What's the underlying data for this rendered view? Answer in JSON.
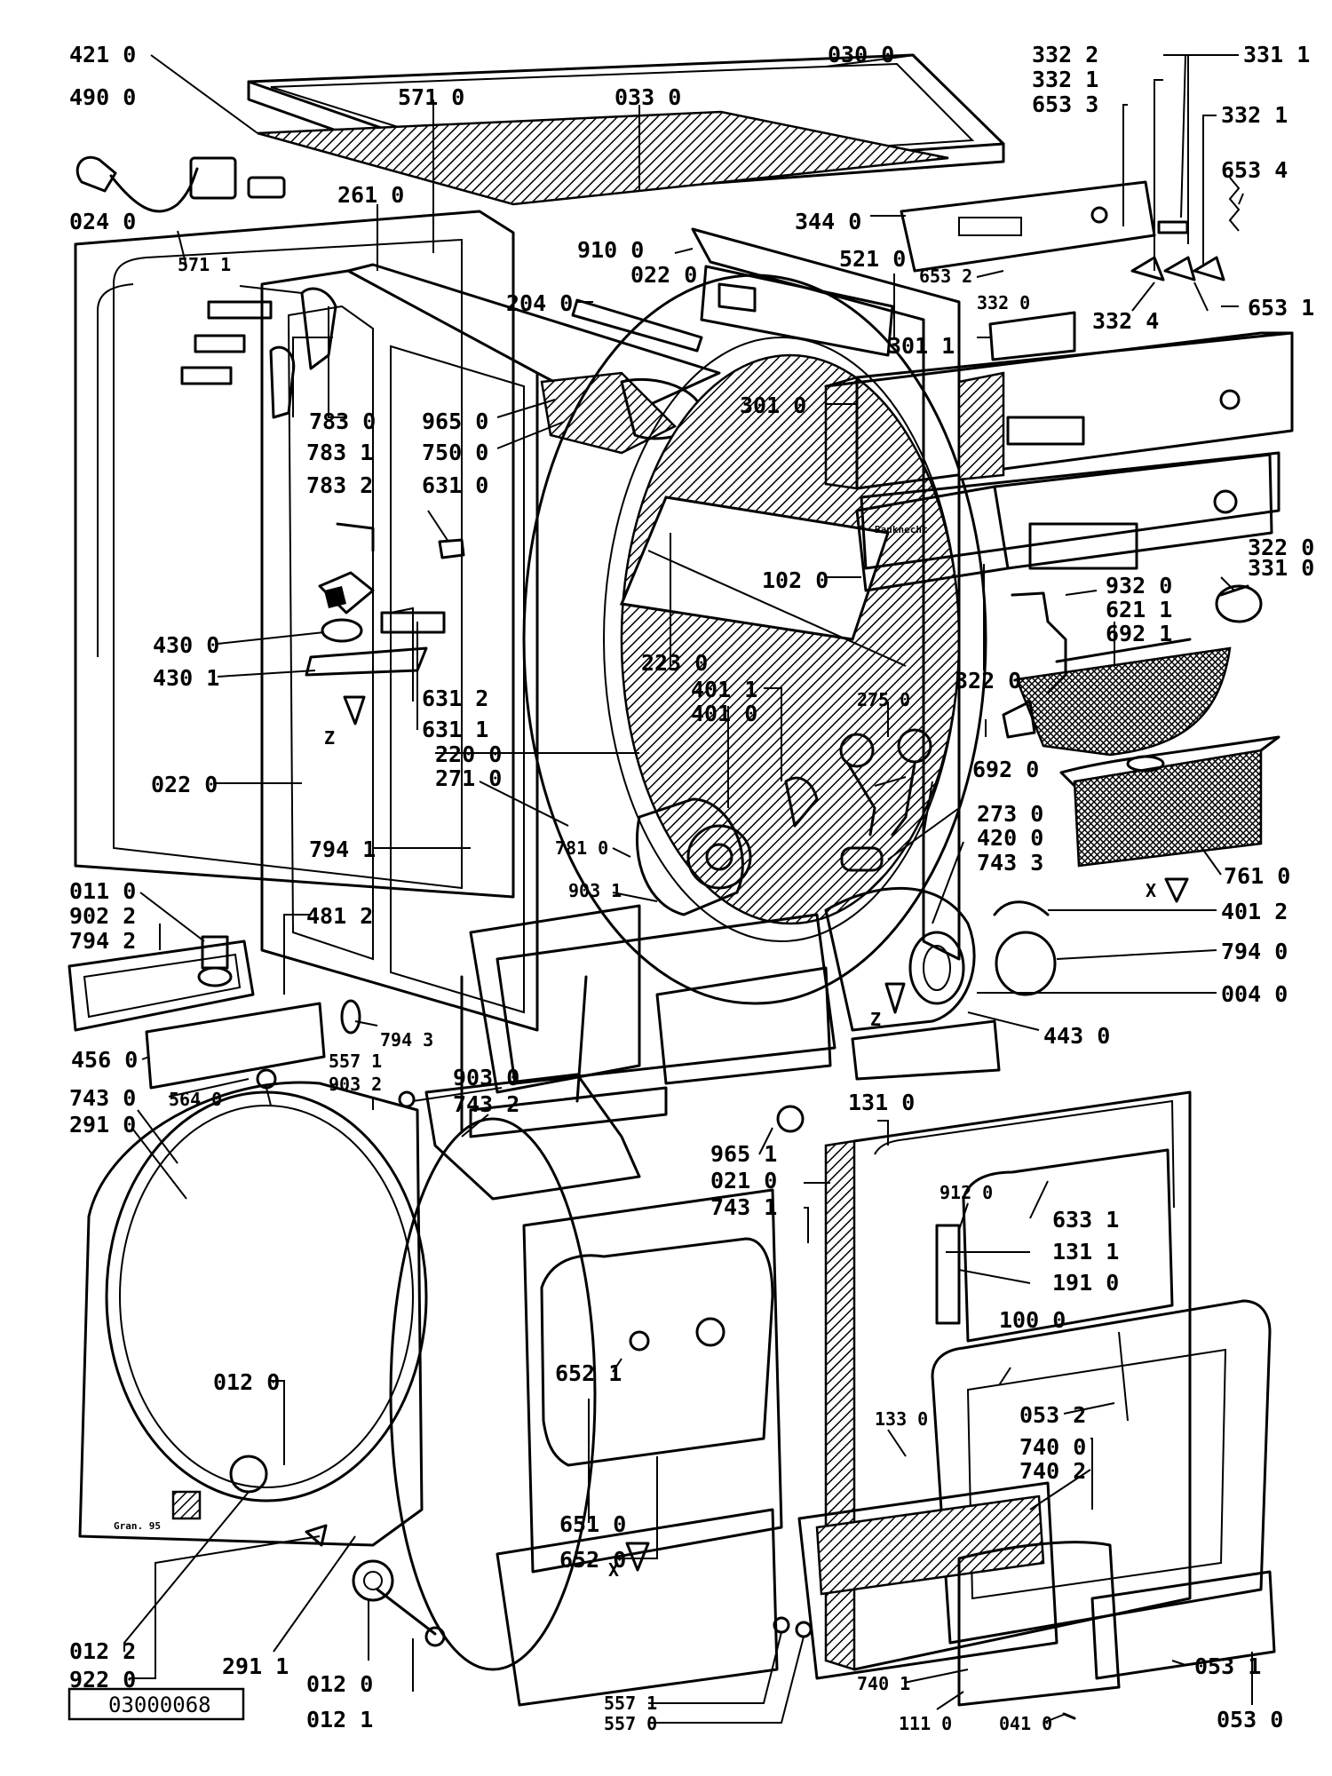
{
  "diagram_code": "03000068",
  "brand_text": "Bauknecht",
  "model_text": "Gran. 95",
  "callouts": [
    {
      "id": "c0",
      "label": "421 0"
    },
    {
      "id": "c1",
      "label": "490 0"
    },
    {
      "id": "c2",
      "label": "024 0"
    },
    {
      "id": "c3",
      "label": "571 0"
    },
    {
      "id": "c4",
      "label": "033 0"
    },
    {
      "id": "c5",
      "label": "030 0"
    },
    {
      "id": "c6",
      "label": "332 2"
    },
    {
      "id": "c7",
      "label": "332 1"
    },
    {
      "id": "c8",
      "label": "653 3"
    },
    {
      "id": "c9",
      "label": "331 1"
    },
    {
      "id": "c10",
      "label": "332 1"
    },
    {
      "id": "c11",
      "label": "653 4"
    },
    {
      "id": "c12",
      "label": "261 0"
    },
    {
      "id": "c13",
      "label": "571 1"
    },
    {
      "id": "c14",
      "label": "910 0"
    },
    {
      "id": "c15",
      "label": "022 0"
    },
    {
      "id": "c16",
      "label": "344 0"
    },
    {
      "id": "c17",
      "label": "521 0"
    },
    {
      "id": "c18",
      "label": "653 2"
    },
    {
      "id": "c19",
      "label": "332 0"
    },
    {
      "id": "c20",
      "label": "332 4"
    },
    {
      "id": "c21",
      "label": "653 1"
    },
    {
      "id": "c22",
      "label": "204 0"
    },
    {
      "id": "c23",
      "label": "301 1"
    },
    {
      "id": "c24",
      "label": "783 0"
    },
    {
      "id": "c25",
      "label": "783 1"
    },
    {
      "id": "c26",
      "label": "783 2"
    },
    {
      "id": "c27",
      "label": "965 0"
    },
    {
      "id": "c28",
      "label": "750 0"
    },
    {
      "id": "c29",
      "label": "631 0"
    },
    {
      "id": "c30",
      "label": "301 0"
    },
    {
      "id": "c31",
      "label": "102 0"
    },
    {
      "id": "c32",
      "label": "322 0"
    },
    {
      "id": "c33",
      "label": "331 0"
    },
    {
      "id": "c34",
      "label": "932 0"
    },
    {
      "id": "c35",
      "label": "621 1"
    },
    {
      "id": "c36",
      "label": "692 1"
    },
    {
      "id": "c37",
      "label": "430 0"
    },
    {
      "id": "c38",
      "label": "430 1"
    },
    {
      "id": "c39",
      "label": "223 0"
    },
    {
      "id": "c40",
      "label": "401 1"
    },
    {
      "id": "c41",
      "label": "401 0"
    },
    {
      "id": "c42",
      "label": "275 0"
    },
    {
      "id": "c43",
      "label": "322 0"
    },
    {
      "id": "c44",
      "label": "631 2"
    },
    {
      "id": "c45",
      "label": "631 1"
    },
    {
      "id": "c46",
      "label": "692 0"
    },
    {
      "id": "c47",
      "label": "220 0"
    },
    {
      "id": "c48",
      "label": "271 0"
    },
    {
      "id": "c49",
      "label": "022 0"
    },
    {
      "id": "c50",
      "label": "273 0"
    },
    {
      "id": "c51",
      "label": "420 0"
    },
    {
      "id": "c52",
      "label": "743 3"
    },
    {
      "id": "c53",
      "label": "794 1"
    },
    {
      "id": "c54",
      "label": "781 0"
    },
    {
      "id": "c55",
      "label": "761 0"
    },
    {
      "id": "c56",
      "label": "903 1"
    },
    {
      "id": "c57",
      "label": "011 0"
    },
    {
      "id": "c58",
      "label": "401 2"
    },
    {
      "id": "c59",
      "label": "902 2"
    },
    {
      "id": "c60",
      "label": "794 2"
    },
    {
      "id": "c61",
      "label": "481 2"
    },
    {
      "id": "c62",
      "label": "794 0"
    },
    {
      "id": "c63",
      "label": "004 0"
    },
    {
      "id": "c64",
      "label": "794 3"
    },
    {
      "id": "c65",
      "label": "443 0"
    },
    {
      "id": "c66",
      "label": "456 0"
    },
    {
      "id": "c67",
      "label": "557 1"
    },
    {
      "id": "c68",
      "label": "903 2"
    },
    {
      "id": "c69",
      "label": "903 0"
    },
    {
      "id": "c70",
      "label": "564 0"
    },
    {
      "id": "c71",
      "label": "743 2"
    },
    {
      "id": "c72",
      "label": "131 0"
    },
    {
      "id": "c73",
      "label": "743 0"
    },
    {
      "id": "c74",
      "label": "291 0"
    },
    {
      "id": "c75",
      "label": "965 1"
    },
    {
      "id": "c76",
      "label": "021 0"
    },
    {
      "id": "c77",
      "label": "743 1"
    },
    {
      "id": "c78",
      "label": "912 0"
    },
    {
      "id": "c79",
      "label": "633 1"
    },
    {
      "id": "c80",
      "label": "131 1"
    },
    {
      "id": "c81",
      "label": "191 0"
    },
    {
      "id": "c82",
      "label": "012 0"
    },
    {
      "id": "c83",
      "label": "652 1"
    },
    {
      "id": "c84",
      "label": "100 0"
    },
    {
      "id": "c85",
      "label": "133 0"
    },
    {
      "id": "c86",
      "label": "053 2"
    },
    {
      "id": "c87",
      "label": "740 0"
    },
    {
      "id": "c88",
      "label": "740 2"
    },
    {
      "id": "c89",
      "label": "651 0"
    },
    {
      "id": "c90",
      "label": "652 0"
    },
    {
      "id": "c91",
      "label": "012 2"
    },
    {
      "id": "c92",
      "label": "922 0"
    },
    {
      "id": "c93",
      "label": "291 1"
    },
    {
      "id": "c94",
      "label": "012 0"
    },
    {
      "id": "c95",
      "label": "012 1"
    },
    {
      "id": "c96",
      "label": "557 1"
    },
    {
      "id": "c97",
      "label": "557 0"
    },
    {
      "id": "c98",
      "label": "740 1"
    },
    {
      "id": "c99",
      "label": "111 0"
    },
    {
      "id": "c100",
      "label": "041 0"
    },
    {
      "id": "c101",
      "label": "053 1"
    },
    {
      "id": "c102",
      "label": "053 0"
    }
  ],
  "markers": [
    {
      "id": "m0",
      "label": "Z"
    },
    {
      "id": "m1",
      "label": "Z"
    },
    {
      "id": "m2",
      "label": "X"
    },
    {
      "id": "m3",
      "label": "X"
    }
  ]
}
